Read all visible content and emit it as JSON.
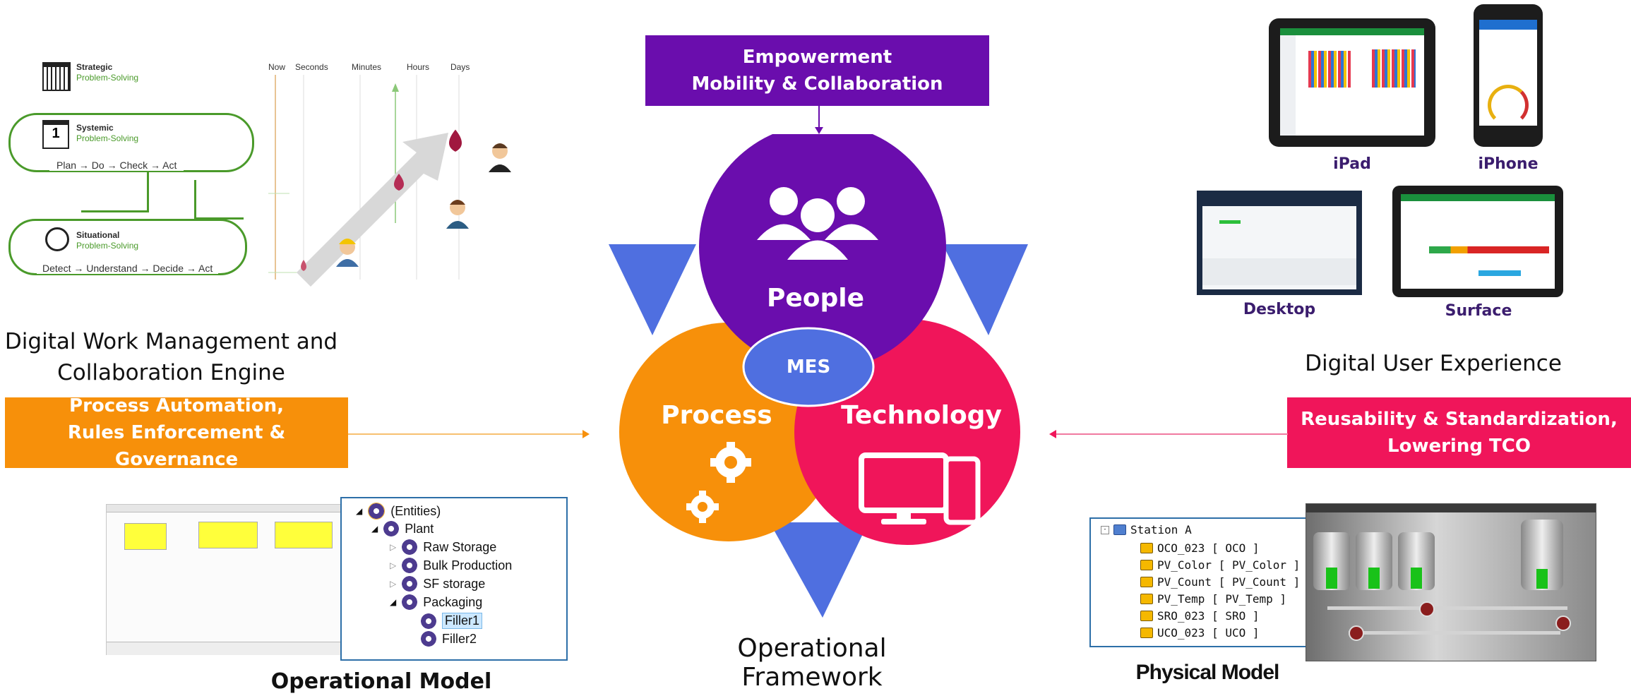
{
  "center": {
    "top_banner": [
      "Empowerment",
      "Mobility & Collaboration"
    ],
    "people": "People",
    "process": "Process",
    "technology": "Technology",
    "mes": "MES",
    "caption": "Operational Framework"
  },
  "left_top": {
    "strategic": "Strategic",
    "strategic_sub": "Problem-Solving",
    "systemic": "Systemic",
    "systemic_sub": "Problem-Solving",
    "pdca": "Plan → Do → Check → Act",
    "situational": "Situational",
    "situational_sub": "Problem-Solving",
    "dudda": "Detect → Understand → Decide → Act",
    "time_labels": [
      "Now",
      "Seconds",
      "Minutes",
      "Hours",
      "Days"
    ],
    "caption": [
      "Digital Work Management and",
      "Collaboration Engine"
    ]
  },
  "left_banner": [
    "Process Automation,",
    "Rules Enforcement & Governance"
  ],
  "operational_model": {
    "caption": "Operational Model",
    "tree": [
      "(Entities)",
      "Plant",
      "Raw Storage",
      "Bulk Production",
      "SF storage",
      "Packaging",
      "Filler1",
      "Filler2"
    ]
  },
  "right_top": {
    "devices": [
      "iPad",
      "iPhone",
      "Desktop",
      "Surface"
    ],
    "caption": "Digital User Experience"
  },
  "right_banner": [
    "Reusability & Standardization,",
    "Lowering TCO"
  ],
  "physical_model": {
    "caption": "Physical Model",
    "root": "Station A",
    "items": [
      "OCO_023 [ OCO ]",
      "PV_Color [ PV_Color ]",
      "PV_Count [ PV_Count ]",
      "PV_Temp [ PV_Temp ]",
      "SRO_023 [ SRO ]",
      "UCO_023 [ UCO ]"
    ]
  },
  "colors": {
    "purple": "#6a0dad",
    "orange": "#f7900a",
    "pink": "#f0155a",
    "blue": "#4f6fe0",
    "green": "#4a9a2a"
  }
}
